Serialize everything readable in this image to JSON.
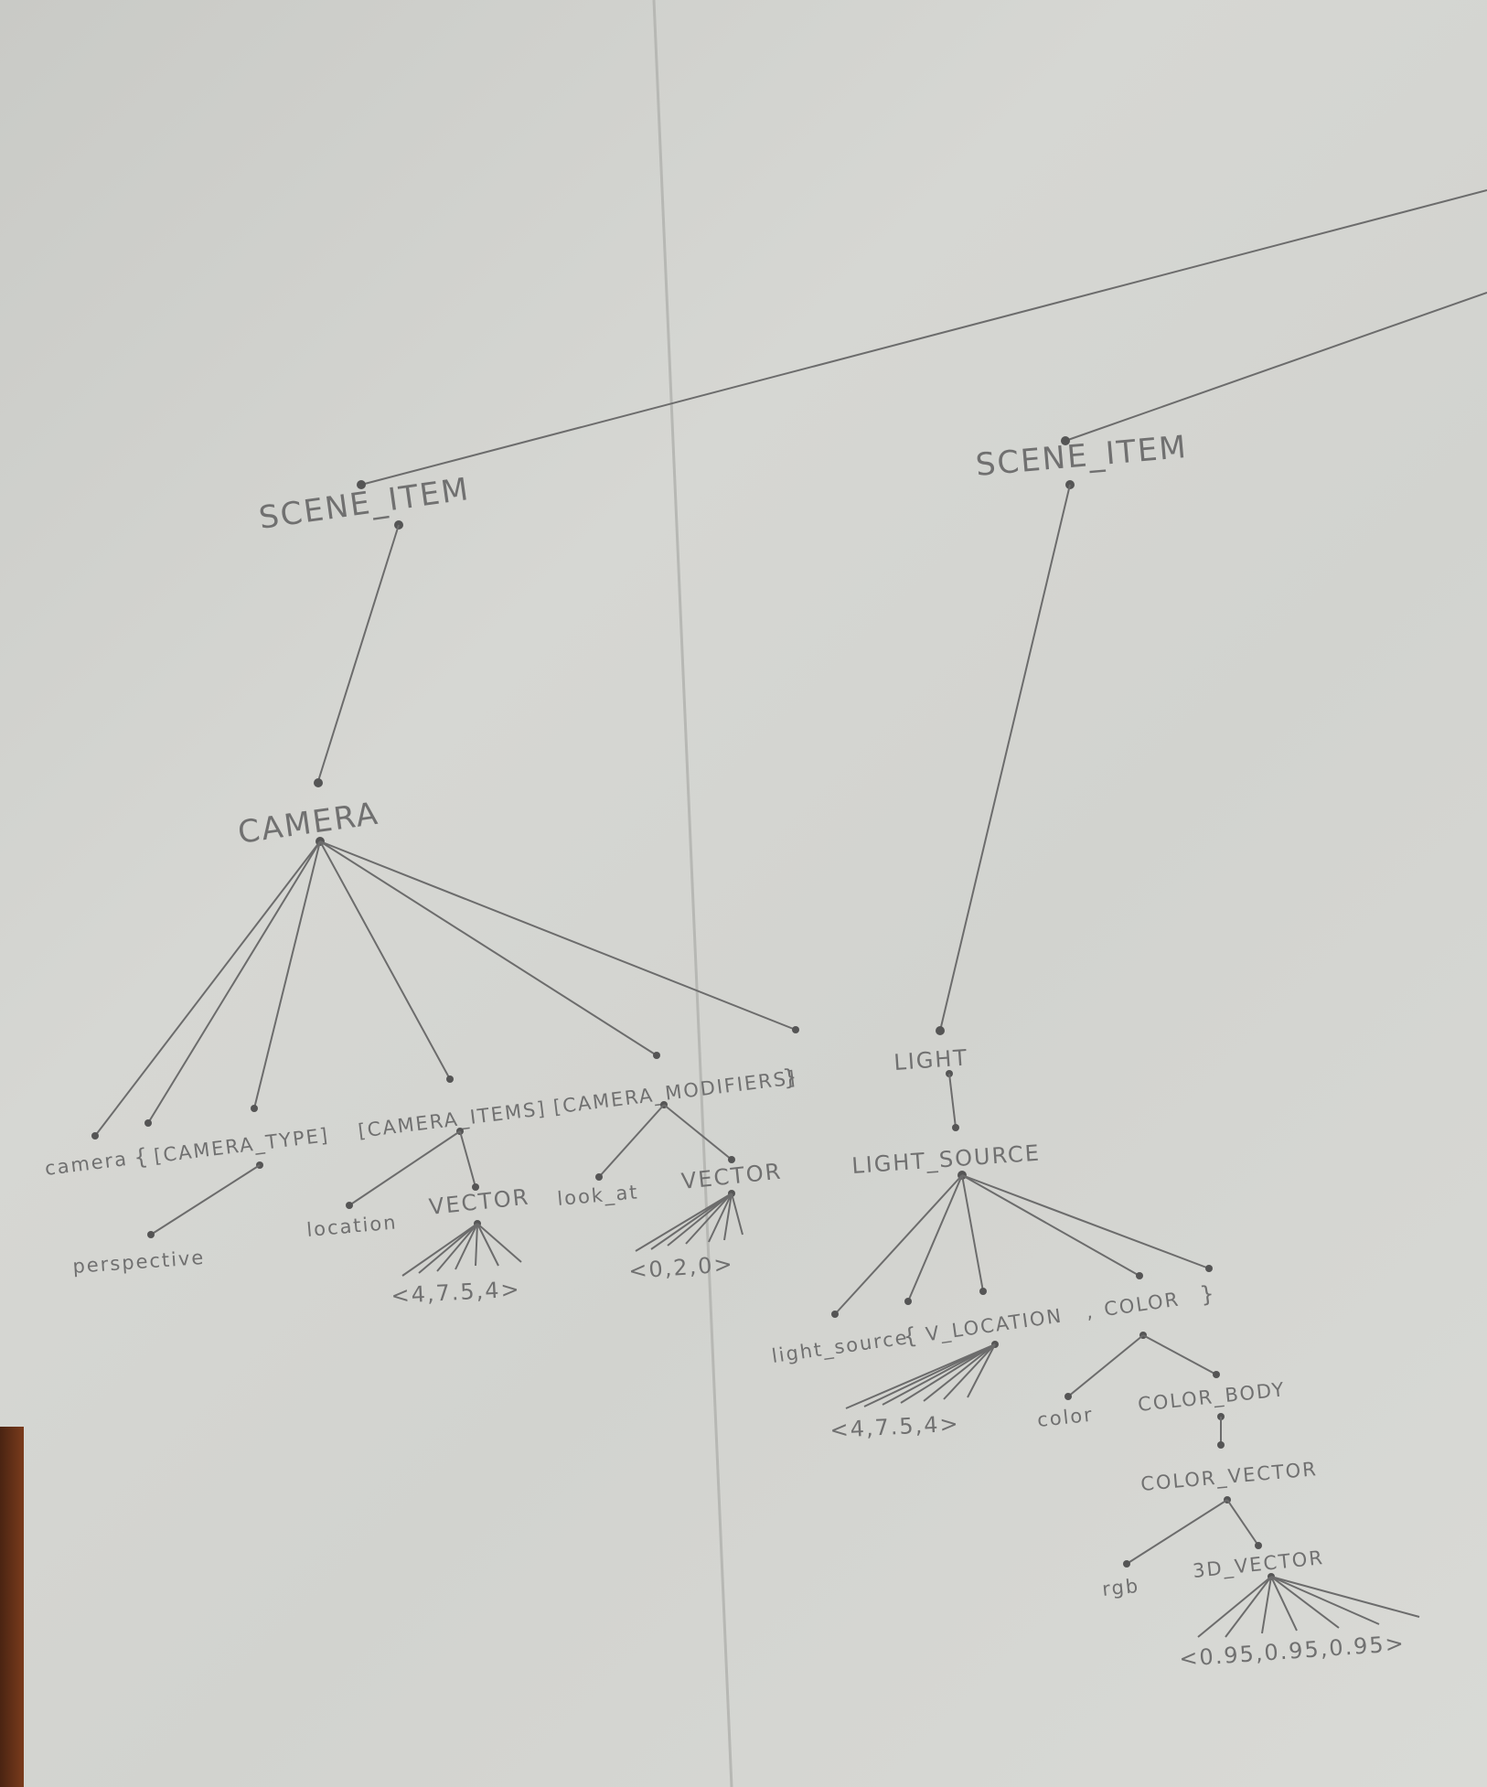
{
  "diagram": {
    "left_branch": {
      "scene_item": "SCENE_ITEM",
      "camera": "CAMERA",
      "camera_rule": {
        "keyword": "camera",
        "open_brace": "{",
        "camera_type": "[CAMERA_TYPE]",
        "camera_items": "[CAMERA_ITEMS]",
        "camera_modifiers": "[CAMERA_MODIFIERS]",
        "close_brace": "}"
      },
      "perspective": "perspective",
      "location": "location",
      "vector_1": "VECTOR",
      "vector_1_value": "<4,7.5,4>",
      "look_at": "look_at",
      "vector_2": "VECTOR",
      "vector_2_value": "<0,2,0>"
    },
    "right_branch": {
      "scene_item": "SCENE_ITEM",
      "light": "LIGHT",
      "light_source": "LIGHT_SOURCE",
      "light_rule": {
        "keyword": "light_source",
        "open_brace": "{",
        "v_location": "V_LOCATION",
        "comma": ",",
        "color": "COLOR",
        "close_brace": "}"
      },
      "location_value": "<4,7.5,4>",
      "color_keyword": "color",
      "color_body": "COLOR_BODY",
      "color_vector": "COLOR_VECTOR",
      "rgb": "rgb",
      "vector_3d": "3D_VECTOR",
      "vector_3d_value": "<0.95,0.95,0.95>"
    }
  }
}
